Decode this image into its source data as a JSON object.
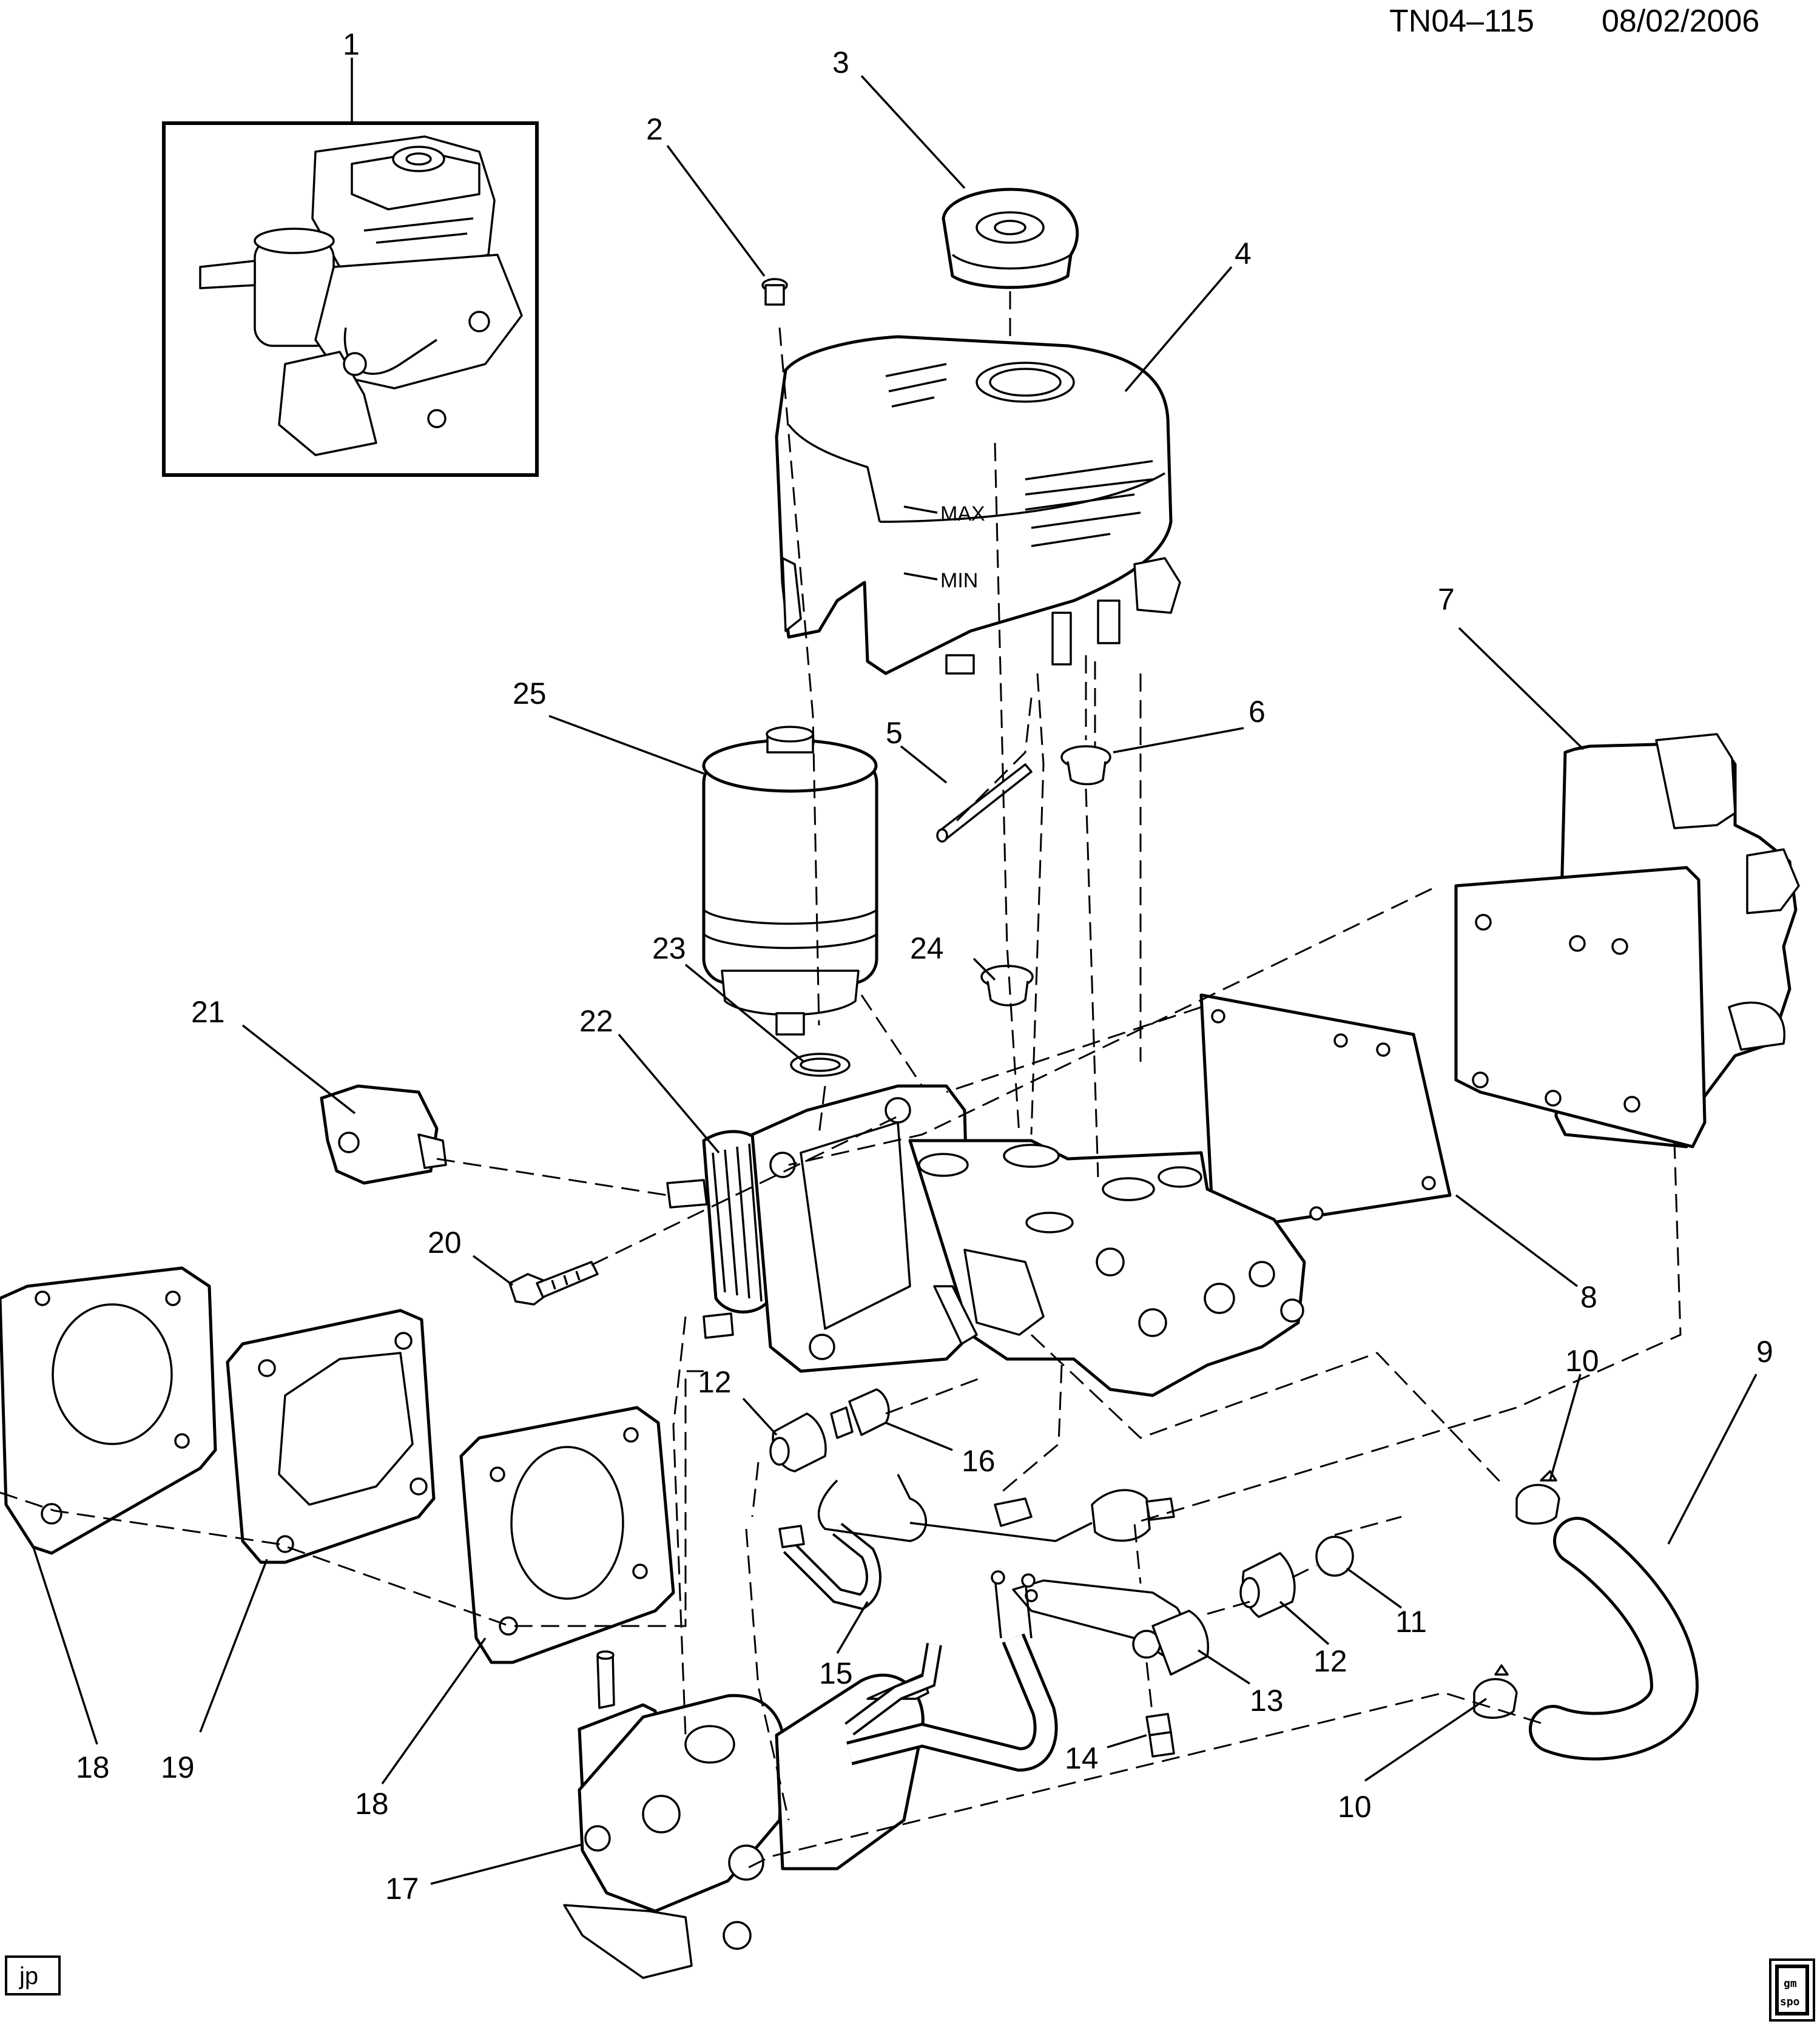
{
  "header": {
    "drawing_id": "TN04–115",
    "date": "08/02/2006"
  },
  "footer": {
    "artist_initials": "jp",
    "logo_top": "gm",
    "logo_bottom": "spo"
  },
  "reservoir_marks": {
    "max": "MAX",
    "min": "MIN"
  },
  "callouts": [
    {
      "id": "c1",
      "label": "1"
    },
    {
      "id": "c2",
      "label": "2"
    },
    {
      "id": "c3",
      "label": "3"
    },
    {
      "id": "c4",
      "label": "4"
    },
    {
      "id": "c5",
      "label": "5"
    },
    {
      "id": "c6",
      "label": "6"
    },
    {
      "id": "c7",
      "label": "7"
    },
    {
      "id": "c8",
      "label": "8"
    },
    {
      "id": "c9",
      "label": "9"
    },
    {
      "id": "c10a",
      "label": "10"
    },
    {
      "id": "c10b",
      "label": "10"
    },
    {
      "id": "c11",
      "label": "11"
    },
    {
      "id": "c12a",
      "label": "12"
    },
    {
      "id": "c12b",
      "label": "12"
    },
    {
      "id": "c13",
      "label": "13"
    },
    {
      "id": "c14",
      "label": "14"
    },
    {
      "id": "c15",
      "label": "15"
    },
    {
      "id": "c16",
      "label": "16"
    },
    {
      "id": "c17",
      "label": "17"
    },
    {
      "id": "c18a",
      "label": "18"
    },
    {
      "id": "c18b",
      "label": "18"
    },
    {
      "id": "c19",
      "label": "19"
    },
    {
      "id": "c20",
      "label": "20"
    },
    {
      "id": "c21",
      "label": "21"
    },
    {
      "id": "c22",
      "label": "22"
    },
    {
      "id": "c23",
      "label": "23"
    },
    {
      "id": "c24",
      "label": "24"
    },
    {
      "id": "c25",
      "label": "25"
    }
  ]
}
